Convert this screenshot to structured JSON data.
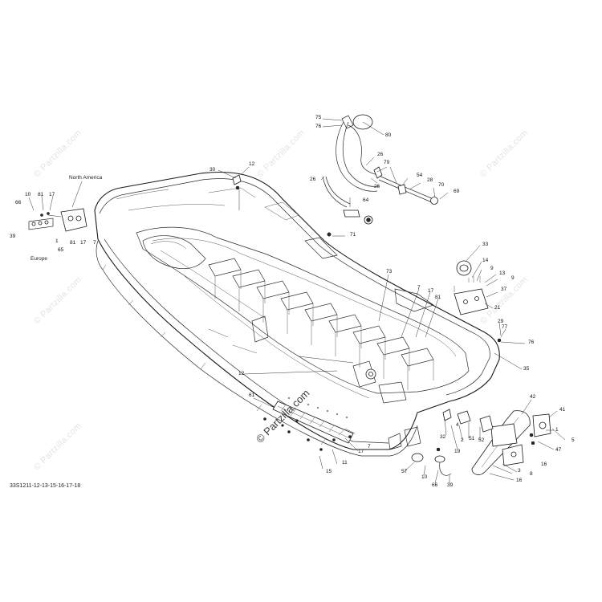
{
  "watermark": {
    "text": "© Partzilla.com"
  },
  "drawing_code": "33S1211-12-13-15-16-17-18",
  "regions": {
    "north_america": "North America",
    "europe": "Europe"
  },
  "callouts": [
    "75",
    "76",
    "80",
    "26",
    "79",
    "26",
    "54",
    "28",
    "70",
    "69",
    "64",
    "26",
    "30",
    "12",
    "10",
    "81",
    "17",
    "66",
    "1",
    "81",
    "17",
    "7",
    "39",
    "65",
    "71",
    "33",
    "14",
    "9",
    "13",
    "9",
    "37",
    "21",
    "73",
    "7",
    "17",
    "81",
    "29",
    "77",
    "76",
    "35",
    "12",
    "61",
    "42",
    "41",
    "1",
    "47",
    "5",
    "16",
    "3",
    "8",
    "16",
    "32",
    "2",
    "51",
    "52",
    "19",
    "57",
    "10",
    "66",
    "39",
    "17",
    "7",
    "11",
    "15",
    "4"
  ]
}
